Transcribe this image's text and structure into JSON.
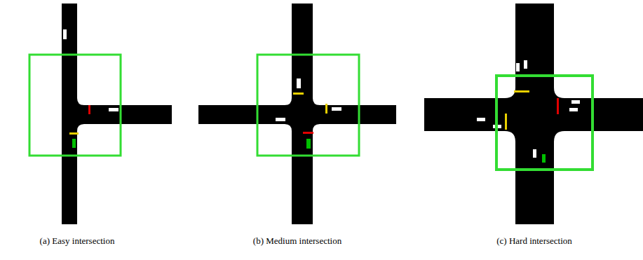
{
  "diagram": {
    "labels": [
      "(a) Easy intersection",
      "(b) Medium intersection",
      "(c) Hard intersection"
    ]
  }
}
